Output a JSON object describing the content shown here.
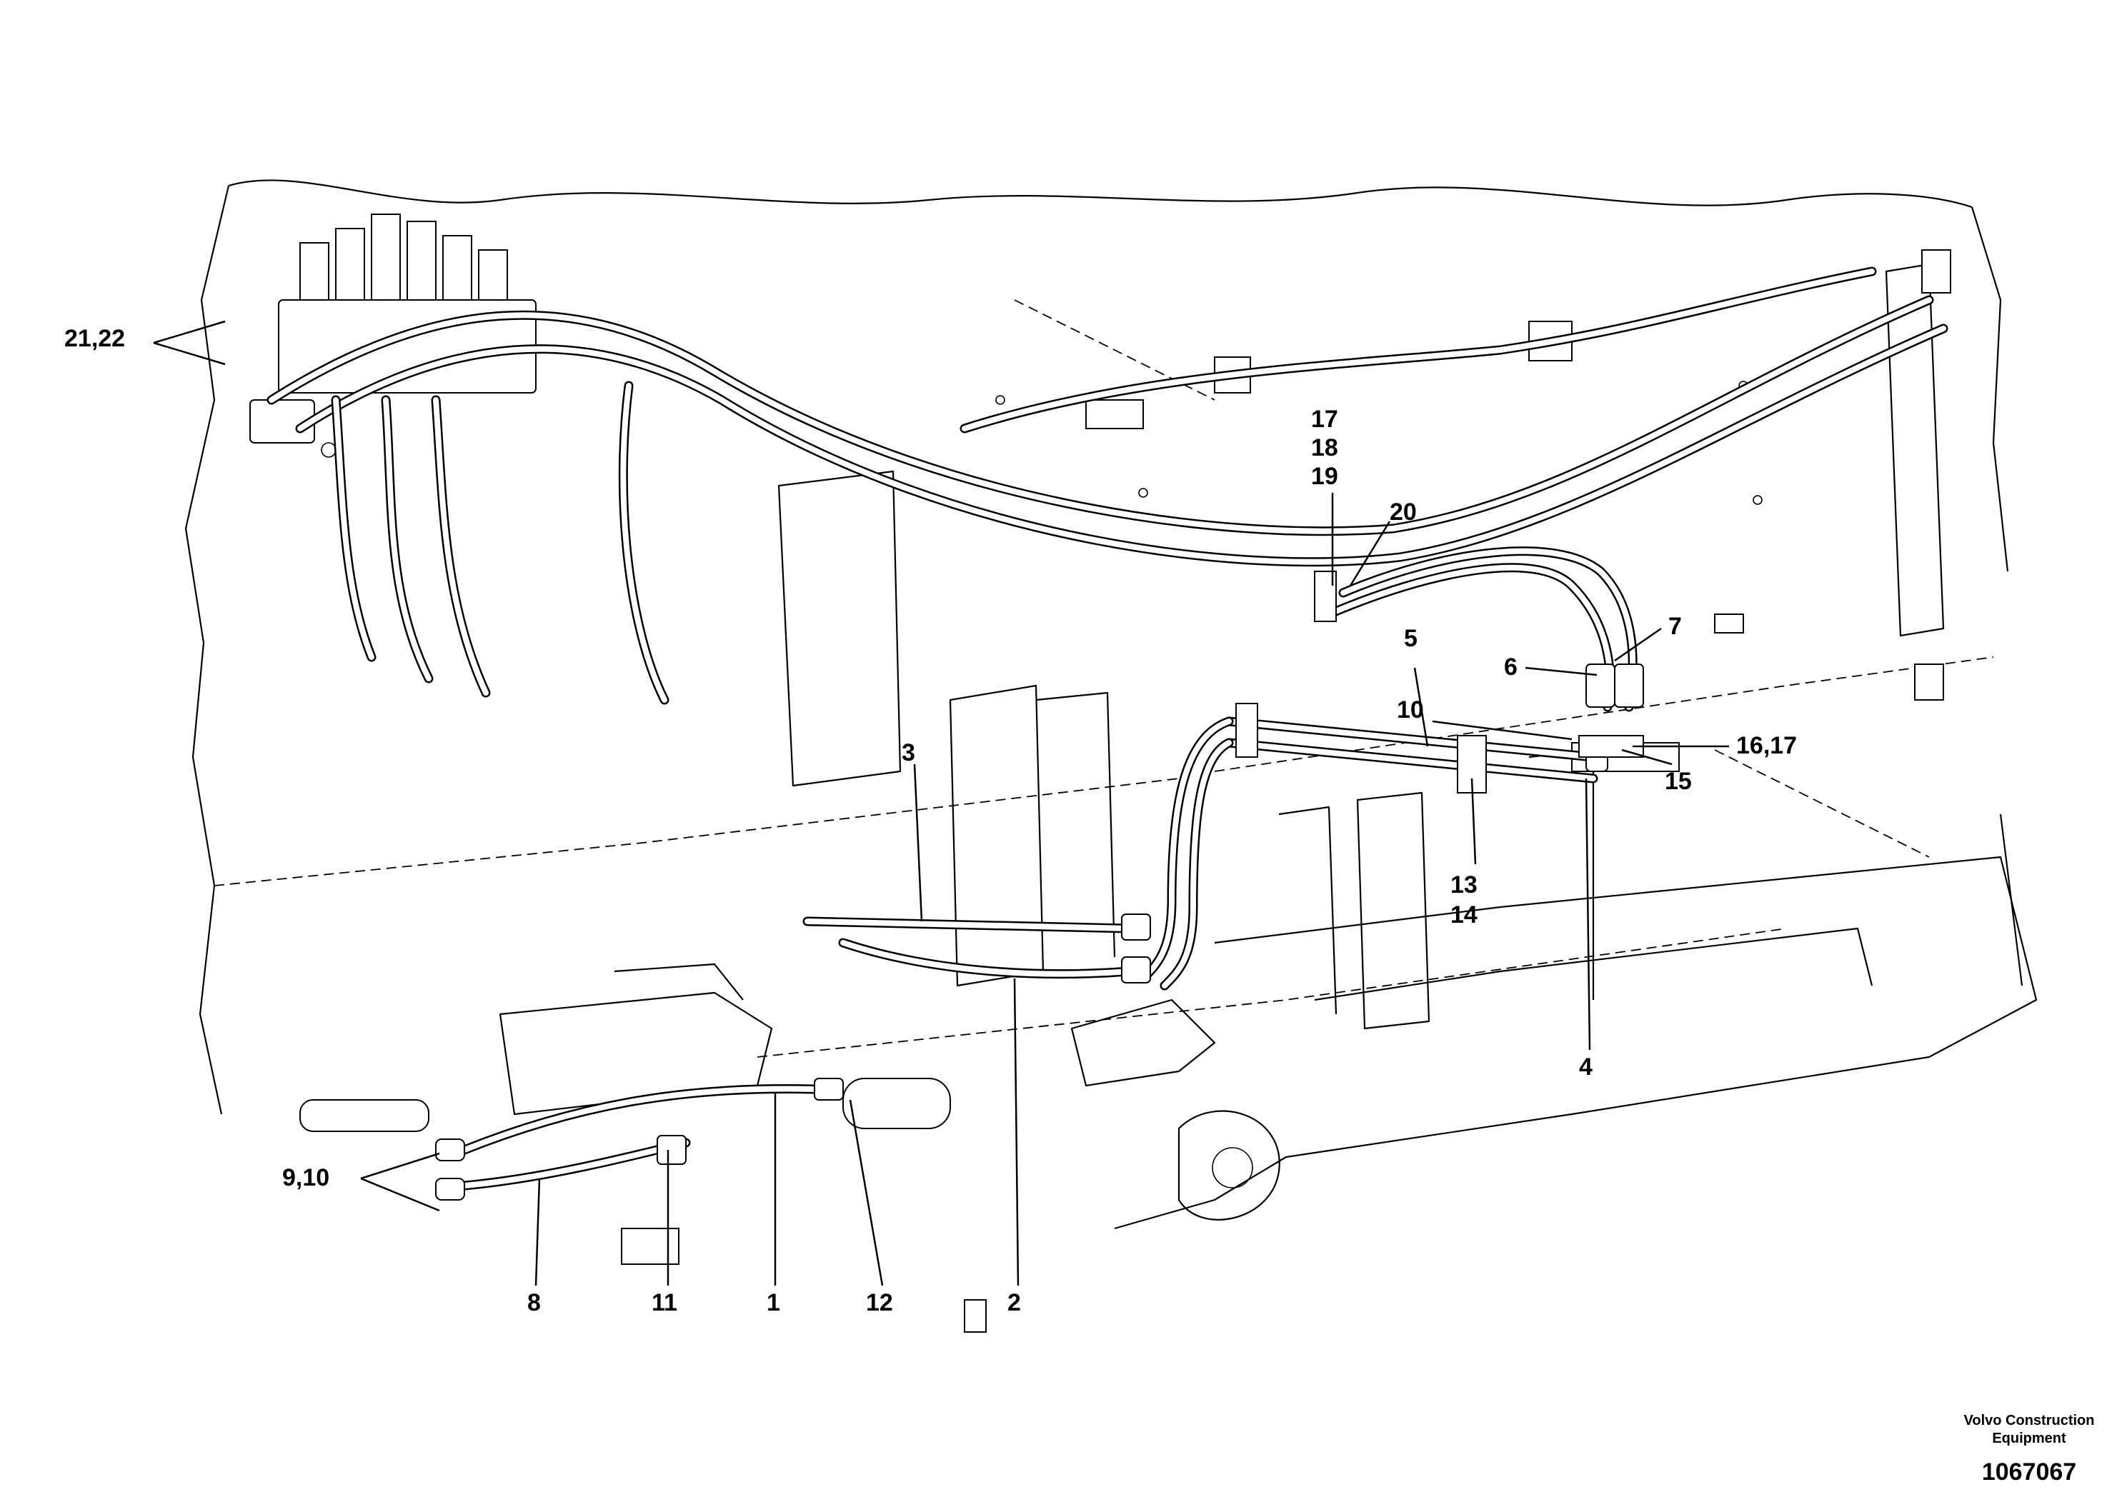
{
  "callouts": [
    {
      "id": "c1",
      "text": "1"
    },
    {
      "id": "c2",
      "text": "2"
    },
    {
      "id": "c3",
      "text": "3"
    },
    {
      "id": "c4",
      "text": "4"
    },
    {
      "id": "c5",
      "text": "5"
    },
    {
      "id": "c6",
      "text": "6"
    },
    {
      "id": "c7",
      "text": "7"
    },
    {
      "id": "c8",
      "text": "8"
    },
    {
      "id": "c9_10",
      "text": "9,10"
    },
    {
      "id": "c10",
      "text": "10"
    },
    {
      "id": "c11",
      "text": "11"
    },
    {
      "id": "c12",
      "text": "12"
    },
    {
      "id": "c13",
      "text": "13"
    },
    {
      "id": "c14",
      "text": "14"
    },
    {
      "id": "c15",
      "text": "15"
    },
    {
      "id": "c16_17",
      "text": "16,17"
    },
    {
      "id": "c17",
      "text": "17"
    },
    {
      "id": "c18",
      "text": "18"
    },
    {
      "id": "c19",
      "text": "19"
    },
    {
      "id": "c20",
      "text": "20"
    },
    {
      "id": "c21_22",
      "text": "21,22"
    }
  ],
  "footer": {
    "company_line1": "Volvo Construction",
    "company_line2": "Equipment",
    "drawing_number": "1067067"
  }
}
